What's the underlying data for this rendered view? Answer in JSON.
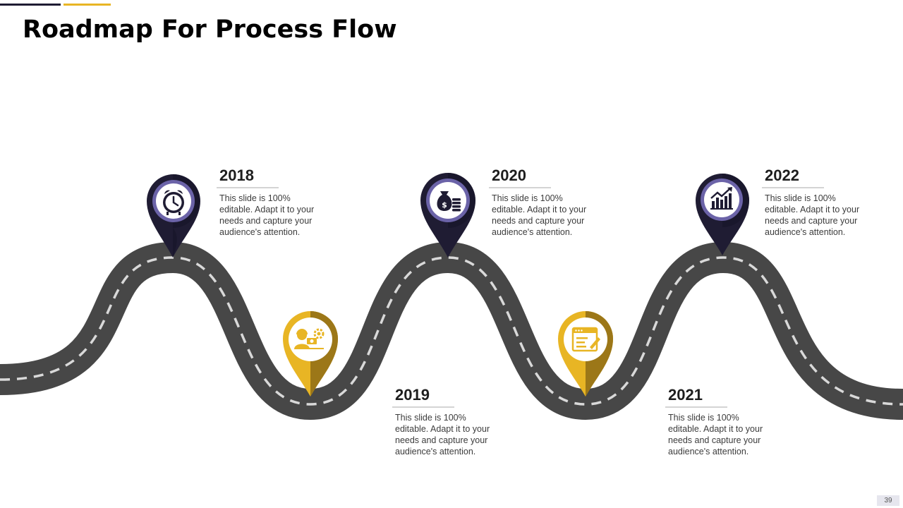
{
  "header": {
    "title": "Roadmap For Process Flow"
  },
  "colors": {
    "road": "#474747",
    "dashes": "#d9d9d9",
    "pin_dark": "#1f1c33",
    "pin_dark_ring": "#6b63a8",
    "pin_gold": "#e8b524",
    "pin_gold_shade": "#9c7718"
  },
  "milestones": [
    {
      "year": "2018",
      "text": "This slide is 100% editable. Adapt it to your needs and capture your audience's attention.",
      "icon": "alarm-clock-icon",
      "pin": "dark"
    },
    {
      "year": "2019",
      "text": "This slide is 100% editable. Adapt it to your needs and capture your audience's attention.",
      "icon": "worker-settings-icon",
      "pin": "gold"
    },
    {
      "year": "2020",
      "text": "This slide is 100% editable. Adapt it to your needs and capture your audience's attention.",
      "icon": "money-bag-icon",
      "pin": "dark"
    },
    {
      "year": "2021",
      "text": "This slide is 100% editable. Adapt it to your needs and capture your audience's attention.",
      "icon": "web-document-icon",
      "pin": "gold"
    },
    {
      "year": "2022",
      "text": "This slide is 100% editable. Adapt it to your needs and capture your audience's attention.",
      "icon": "growth-chart-icon",
      "pin": "dark"
    }
  ],
  "footer": {
    "page_number": "39"
  }
}
